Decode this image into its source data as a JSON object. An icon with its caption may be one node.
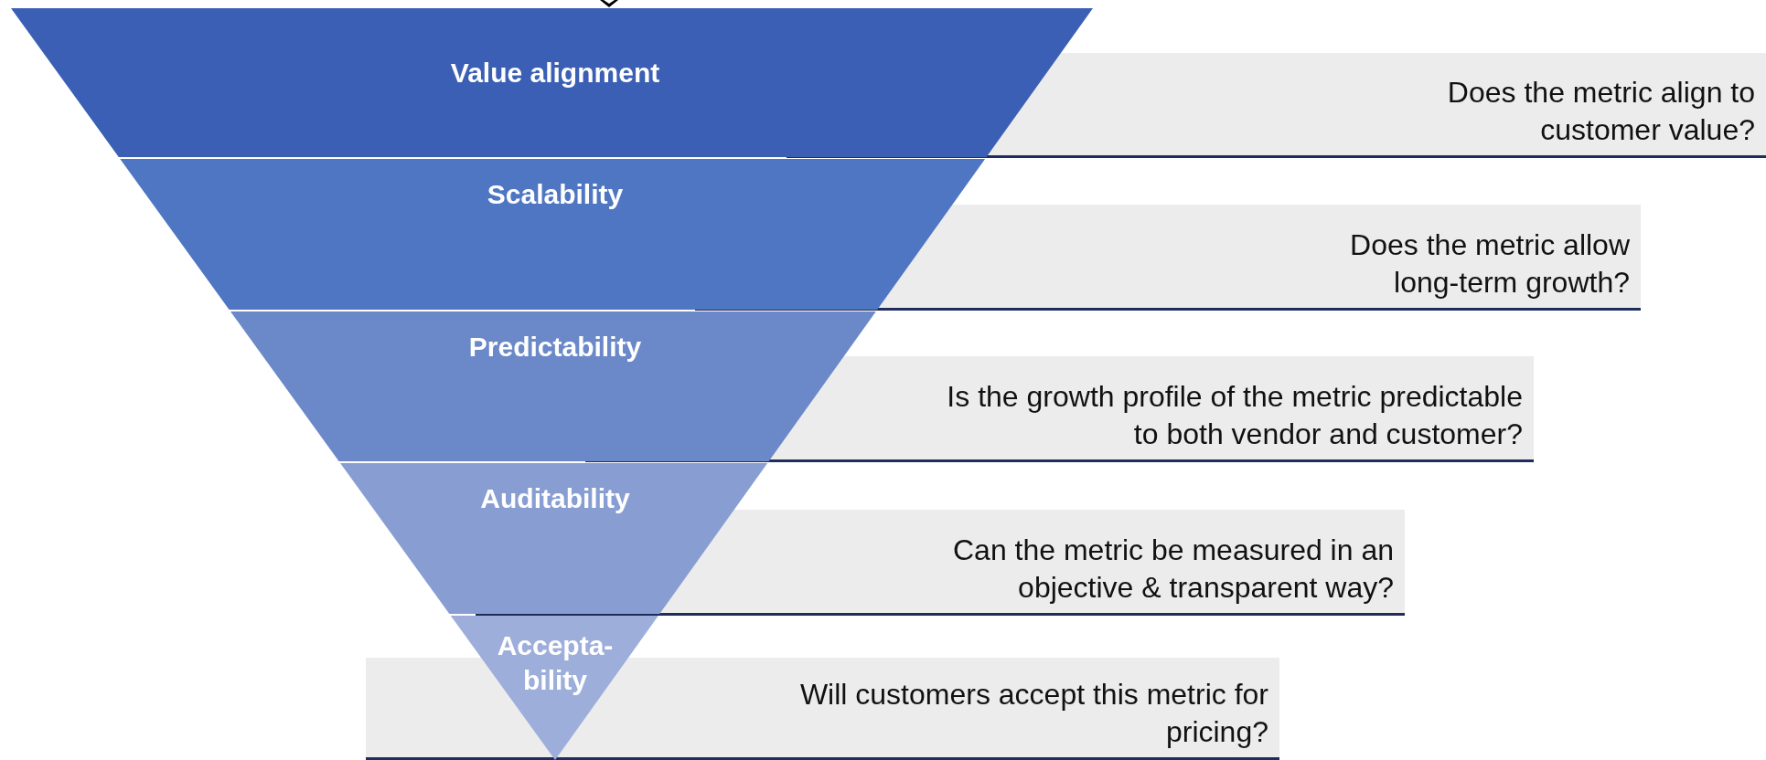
{
  "diagram": {
    "nodes": [
      {
        "text": [
          "Value alignment"
        ]
      },
      {
        "text": [
          "Does the metric align to customer value?"
        ]
      },
      {
        "text": [
          "Scalability"
        ]
      },
      {
        "text": [
          "Does the metric allow long-term growth?"
        ]
      },
      {
        "text": [
          "Predictability"
        ]
      },
      {
        "text": [
          "Is the growth profile of the metric predictable to both vendor and customer?"
        ]
      },
      {
        "text": [
          "Auditability"
        ]
      },
      {
        "text": [
          "Can the metric be measured in an objective & transparent way?"
        ]
      },
      {
        "text": [
          "Accepta- bility"
        ]
      },
      {
        "text": [
          "Will customers accept this metric for pricing?"
        ]
      }
    ]
  }
}
